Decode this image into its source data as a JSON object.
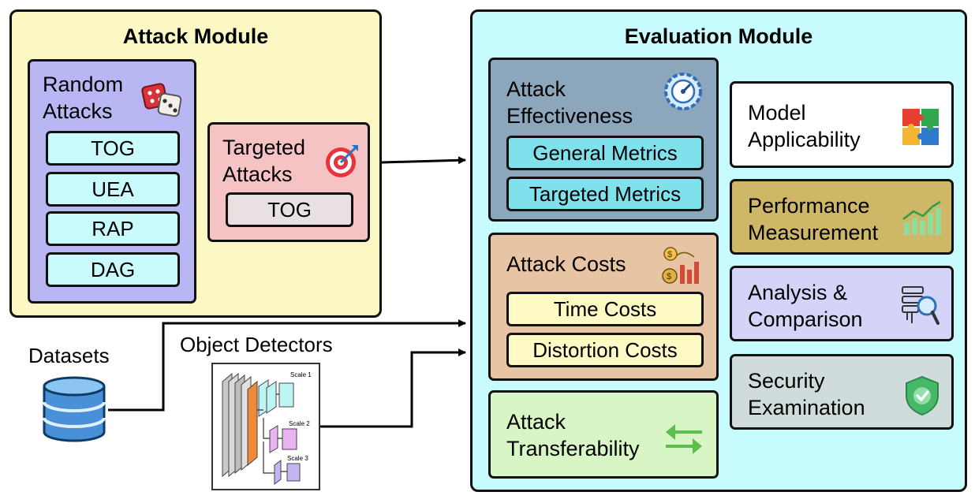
{
  "attack_module": {
    "title": "Attack Module",
    "random_attacks": {
      "label_line1": "Random",
      "label_line2": "Attacks",
      "icon": "dice-icon",
      "items": [
        "TOG",
        "UEA",
        "RAP",
        "DAG"
      ]
    },
    "targeted_attacks": {
      "label_line1": "Targeted",
      "label_line2": "Attacks",
      "icon": "target-icon",
      "items": [
        "TOG"
      ]
    }
  },
  "inputs": {
    "datasets_label": "Datasets",
    "datasets_icon": "database-icon",
    "detectors_label": "Object Detectors",
    "detectors_icon": "network-architecture-icon",
    "scale_labels": [
      "Scale 1",
      "Scale 2",
      "Scale 3"
    ]
  },
  "evaluation_module": {
    "title": "Evaluation Module",
    "effectiveness": {
      "label_line1": "Attack",
      "label_line2": "Effectiveness",
      "icon": "gauge-icon",
      "items": [
        "General Metrics",
        "Targeted Metrics"
      ]
    },
    "costs": {
      "label": "Attack Costs",
      "icon": "cost-chart-icon",
      "items": [
        "Time Costs",
        "Distortion Costs"
      ]
    },
    "transferability": {
      "label_line1": "Attack",
      "label_line2": "Transferability",
      "icon": "transfer-arrows-icon"
    },
    "side_boxes": [
      {
        "line1": "Model",
        "line2": "Applicability",
        "icon": "puzzle-icon"
      },
      {
        "line1": "Performance",
        "line2": "Measurement",
        "icon": "growth-chart-icon"
      },
      {
        "line1": "Analysis &",
        "line2": "Comparison",
        "icon": "magnifier-icon"
      },
      {
        "line1": "Security",
        "line2": "Examination",
        "icon": "shield-check-icon"
      }
    ]
  },
  "colors": {
    "attack_module_bg": "#fbf8c4",
    "random_attacks_bg": "#b9b6f4",
    "chip_cyan": "#c9fbfd",
    "targeted_attacks_bg": "#f6c3c5",
    "targeted_chip": "#e9e1e1",
    "eval_module_bg": "#c8fbfd",
    "effectiveness_bg": "#8ca6bb",
    "metric_chip": "#7fe1ec",
    "costs_bg": "#e7c4a4",
    "cost_chip": "#fdfbc3",
    "transfer_bg": "#d8f5c6",
    "performance_bg": "#cfb768",
    "analysis_bg": "#d4d3f8",
    "security_bg": "#cfdcdb"
  }
}
